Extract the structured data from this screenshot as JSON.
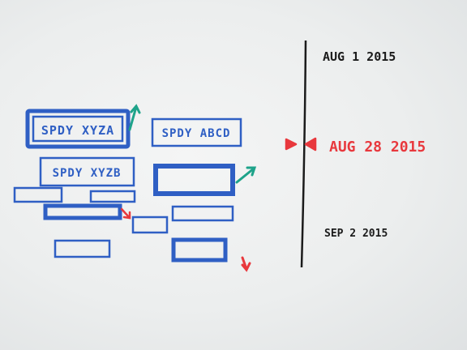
{
  "colors": {
    "board": "#eceeee",
    "blue_marker": "#2f5fc4",
    "black_marker": "#1b1b1b",
    "red_marker": "#e8383d",
    "green_marker": "#1ea38a"
  },
  "boxes": {
    "box_1": "SPDY XYZA",
    "box_2": "SPDY ABCD",
    "box_3": "SPDY XYZB"
  },
  "timeline": {
    "date_top": "AUG 1 2015",
    "date_current": "AUG 28 2015",
    "date_bottom": "SEP 2 2015"
  },
  "icons": {
    "up_arrow": "green-up-right-arrow",
    "down_arrow": "red-down-arrow",
    "pointer": "red-double-triangle-pointer"
  }
}
